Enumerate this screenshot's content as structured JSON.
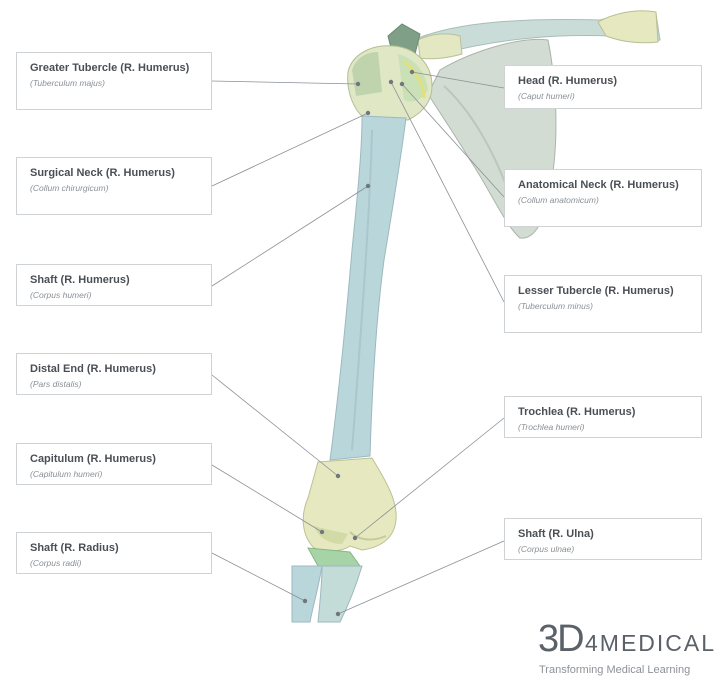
{
  "labels": {
    "greater_tubercle": {
      "title": "Greater Tubercle (R. Humerus)",
      "latin": "(Tuberculum majus)"
    },
    "surgical_neck": {
      "title": "Surgical Neck (R. Humerus)",
      "latin": "(Collum chirurgicum)"
    },
    "shaft_humerus": {
      "title": "Shaft (R. Humerus)",
      "latin": "(Corpus humeri)"
    },
    "distal_end": {
      "title": "Distal End (R. Humerus)",
      "latin": "(Pars distalis)"
    },
    "capitulum": {
      "title": "Capitulum (R. Humerus)",
      "latin": "(Capitulum humeri)"
    },
    "shaft_radius": {
      "title": "Shaft (R. Radius)",
      "latin": "(Corpus radii)"
    },
    "head": {
      "title": "Head (R. Humerus)",
      "latin": "(Caput humeri)"
    },
    "anatomical_neck": {
      "title": "Anatomical Neck (R. Humerus)",
      "latin": "(Collum anatomicum)"
    },
    "lesser_tubercle": {
      "title": "Lesser Tubercle (R. Humerus)",
      "latin": "(Tuberculum minus)"
    },
    "trochlea": {
      "title": "Trochlea (R. Humerus)",
      "latin": "(Trochlea humeri)"
    },
    "shaft_ulna": {
      "title": "Shaft (R. Ulna)",
      "latin": "(Corpus ulnae)"
    }
  },
  "logo": {
    "mark": "3D",
    "name": "4MEDICAL",
    "tagline": "Transforming Medical Learning"
  },
  "colors": {
    "bone_shaft": "#b9d6db",
    "bone_end": "#e6e8bf",
    "scapula": "#d3dcd3",
    "leader_line": "#8a9096"
  }
}
